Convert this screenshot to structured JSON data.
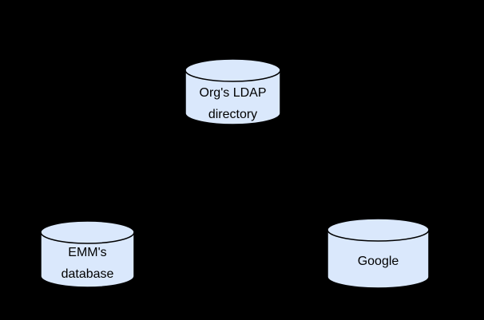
{
  "background_color": "#000000",
  "diagram": {
    "node_fill": "#dae8fc",
    "node_stroke": "#000000",
    "label_color": "#000000",
    "nodes": [
      {
        "id": "org-ldap-directory",
        "shape": "database-cylinder",
        "lines": [
          "Org's LDAP",
          "directory"
        ]
      },
      {
        "id": "emm-database",
        "shape": "database-cylinder",
        "lines": [
          "EMM's",
          "database"
        ]
      },
      {
        "id": "google",
        "shape": "database-cylinder",
        "lines": [
          "Google"
        ]
      }
    ]
  }
}
